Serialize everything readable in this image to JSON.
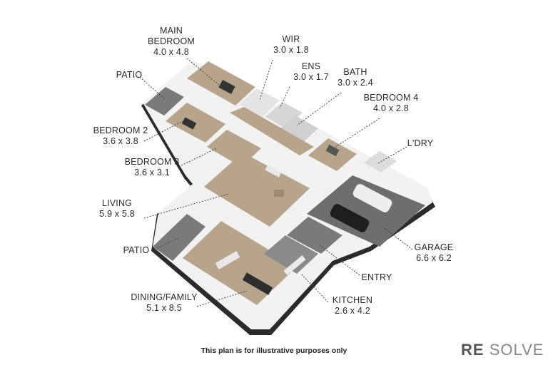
{
  "rooms": {
    "main_bedroom": {
      "name_line1": "MAIN",
      "name_line2": "BEDROOM",
      "dims": "4.0 x 4.8"
    },
    "wir": {
      "name": "WIR",
      "dims": "3.0 x 1.8"
    },
    "ens": {
      "name": "ENS",
      "dims": "3.0 x 1.7"
    },
    "bath": {
      "name": "BATH",
      "dims": "3.0 x 2.4"
    },
    "bedroom4": {
      "name": "BEDROOM 4",
      "dims": "4.0 x 2.8"
    },
    "patio_top": {
      "name": "PATIO"
    },
    "bedroom2": {
      "name": "BEDROOM 2",
      "dims": "3.6 x 3.8"
    },
    "bedroom3": {
      "name": "BEDROOM 3",
      "dims": "3.6 x 3.1"
    },
    "laundry": {
      "name": "L'DRY"
    },
    "living": {
      "name": "LIVING",
      "dims": "5.9 x 5.8"
    },
    "patio_bottom": {
      "name": "PATIO"
    },
    "garage": {
      "name": "GARAGE",
      "dims": "6.6 x 6.2"
    },
    "entry": {
      "name": "ENTRY"
    },
    "dining_family": {
      "name": "DINING/FAMILY",
      "dims": "5.1 x 8.5"
    },
    "kitchen": {
      "name": "KITCHEN",
      "dims": "2.6 x 4.2"
    }
  },
  "footer": {
    "note": "This plan is for illustrative purposes only"
  },
  "brand": {
    "part1": "RE",
    "part2": "SOLVE"
  },
  "colors": {
    "floor_wood": "#b8a48a",
    "floor_tile": "#7a7a7a",
    "wall": "#ffffff",
    "wall_shadow": "#2b2b2b",
    "leader_line": "#444444"
  }
}
